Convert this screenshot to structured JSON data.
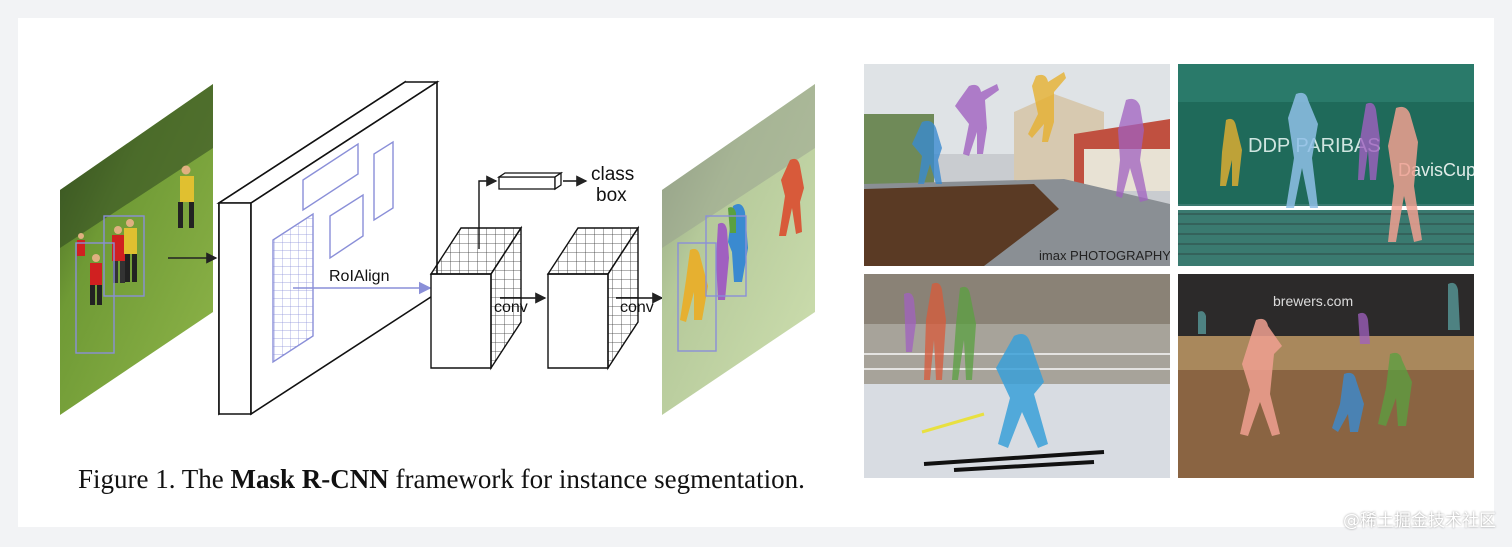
{
  "figure": {
    "caption_prefix": "Figure 1. The ",
    "caption_bold": "Mask R-CNN",
    "caption_suffix": " framework for instance segmentation."
  },
  "diagram": {
    "roialign_label": "RoIAlign",
    "conv1_label": "conv",
    "conv2_label": "conv",
    "class_label": "class",
    "box_label": "box"
  },
  "panels": {
    "top_left_watermark": "imax PHOTOGRAPHY",
    "top_right_sign": "DDP PARIBAS",
    "top_right_sign2": "DavisCup",
    "bottom_right_sign": "brewers.com"
  },
  "site_watermark": "@稀土掘金技术社区",
  "colors": {
    "box_purple": "#8a8fd8",
    "mask_red": "#d85a3a",
    "mask_blue": "#3a8ad0",
    "mask_green": "#5aa040",
    "mask_yellow": "#e6b030",
    "mask_purple": "#a060c0"
  }
}
